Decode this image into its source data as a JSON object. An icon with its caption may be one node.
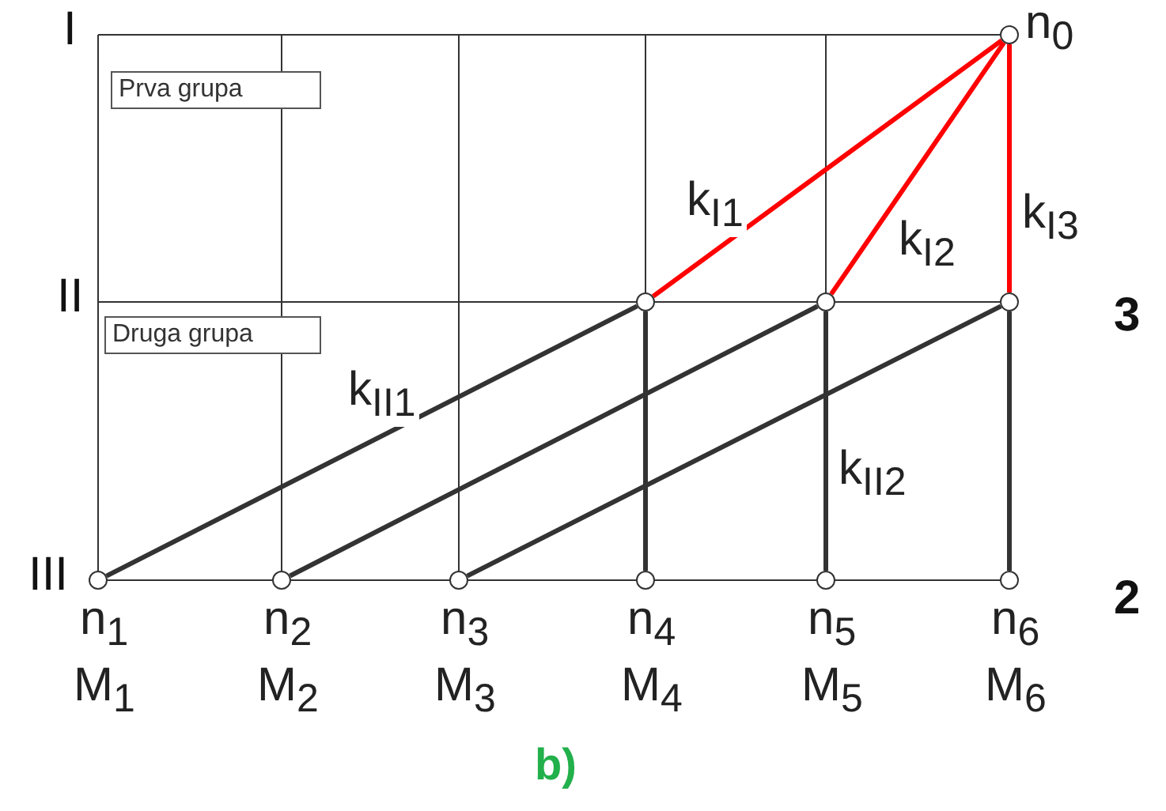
{
  "diagram": {
    "caption": "b)",
    "nodes": [
      {
        "text": [
          "Prva grupa"
        ]
      },
      {
        "text": [],
        "shape": "circle",
        "beside": [
          "n$_{0}$"
        ]
      },
      {
        "text": [
          "Druga grupa"
        ]
      },
      {
        "text": [],
        "shape": "circle"
      },
      {
        "text": [],
        "shape": "circle"
      },
      {
        "text": [],
        "shape": "circle"
      },
      {
        "text": [],
        "shape": "circle",
        "beside": [
          "n$_{1}$",
          "M$_{1}$"
        ]
      },
      {
        "text": [],
        "shape": "circle",
        "beside": [
          "n$_{2}$",
          "M$_{2}$"
        ]
      },
      {
        "text": [],
        "shape": "circle",
        "beside": [
          "n$_{3}$",
          "M$_{3}$"
        ]
      },
      {
        "text": [],
        "shape": "circle",
        "beside": [
          "n$_{4}$",
          "M$_{4}$"
        ]
      },
      {
        "text": [],
        "shape": "circle",
        "beside": [
          "n$_{5}$",
          "M$_{5}$"
        ]
      },
      {
        "text": [],
        "shape": "circle",
        "beside": [
          "n$_{6}$",
          "M$_{6}$"
        ]
      }
    ],
    "edges": [
      {
        "from": 1,
        "to": 3,
        "arrow": "none",
        "label": "k$_{I1}$",
        "color": "#ff0000"
      },
      {
        "from": 1,
        "to": 4,
        "arrow": "none",
        "label": "k$_{I2}$",
        "color": "#ff0000"
      },
      {
        "from": 1,
        "to": 5,
        "arrow": "none",
        "label": "k$_{I3}$",
        "color": "#ff0000"
      },
      {
        "from": 3,
        "to": 6,
        "arrow": "none",
        "label": "k$_{II1}$"
      },
      {
        "from": 4,
        "to": 7,
        "arrow": "none"
      },
      {
        "from": 5,
        "to": 8,
        "arrow": "none"
      },
      {
        "from": 3,
        "to": 9,
        "arrow": "none"
      },
      {
        "from": 4,
        "to": 10,
        "arrow": "none",
        "label": "k$_{II2}$"
      },
      {
        "from": 5,
        "to": 11,
        "arrow": "none"
      }
    ],
    "labels": [
      "I",
      "II",
      "3",
      "III",
      "2"
    ]
  }
}
